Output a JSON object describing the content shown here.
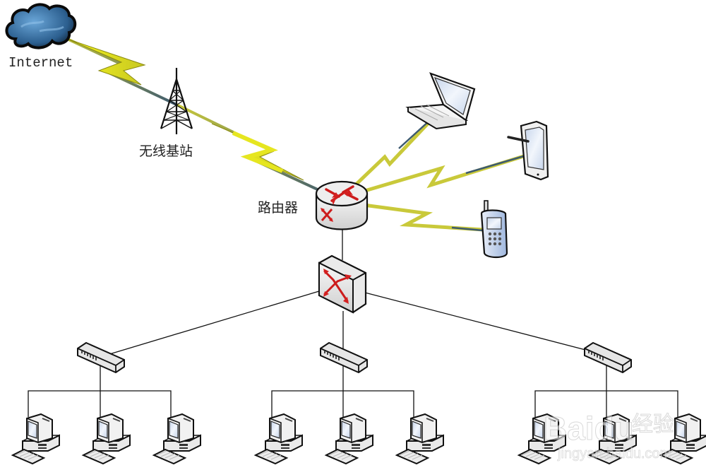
{
  "diagram": {
    "title": "",
    "nodes": {
      "internet": {
        "label": "Internet",
        "icon": "cloud-icon"
      },
      "base_station": {
        "label": "无线基站",
        "icon": "antenna-tower-icon"
      },
      "router": {
        "label": "路由器",
        "icon": "router-icon"
      },
      "laptop": {
        "label": "",
        "icon": "laptop-icon"
      },
      "tablet": {
        "label": "",
        "icon": "tablet-icon"
      },
      "phone": {
        "label": "",
        "icon": "mobile-phone-icon"
      },
      "core_switch": {
        "label": "",
        "icon": "core-switch-icon"
      },
      "hubs": [
        {
          "label": "",
          "icon": "hub-icon"
        },
        {
          "label": "",
          "icon": "hub-icon"
        },
        {
          "label": "",
          "icon": "hub-icon"
        }
      ],
      "workstation_groups": [
        {
          "count": 3,
          "icon": "desktop-computer-icon"
        },
        {
          "count": 3,
          "icon": "desktop-computer-icon"
        },
        {
          "count": 3,
          "icon": "desktop-computer-icon"
        }
      ]
    },
    "links": [
      {
        "from": "internet",
        "to": "base_station",
        "type": "wireless"
      },
      {
        "from": "base_station",
        "to": "router",
        "type": "wireless"
      },
      {
        "from": "router",
        "to": "laptop",
        "type": "wireless"
      },
      {
        "from": "router",
        "to": "tablet",
        "type": "wireless"
      },
      {
        "from": "router",
        "to": "phone",
        "type": "wireless"
      },
      {
        "from": "router",
        "to": "core_switch",
        "type": "wired"
      },
      {
        "from": "core_switch",
        "to": "hub-1",
        "type": "wired"
      },
      {
        "from": "core_switch",
        "to": "hub-2",
        "type": "wired"
      },
      {
        "from": "core_switch",
        "to": "hub-3",
        "type": "wired"
      },
      {
        "from": "hub-1",
        "to": "workstation_group-1",
        "type": "wired"
      },
      {
        "from": "hub-2",
        "to": "workstation_group-2",
        "type": "wired"
      },
      {
        "from": "hub-3",
        "to": "workstation_group-3",
        "type": "wired"
      }
    ],
    "colors": {
      "wireless_bolt": "#f2f21e",
      "wireless_line": "#3a5a6a",
      "wired_line": "#111111",
      "cloud": "#3a7ab0",
      "router_arrows": "#d42020",
      "device_screen": "#dfe8f5"
    }
  },
  "watermark": {
    "brand": "Baidu",
    "product": "经验",
    "url": "jingyan.baidu.com"
  }
}
